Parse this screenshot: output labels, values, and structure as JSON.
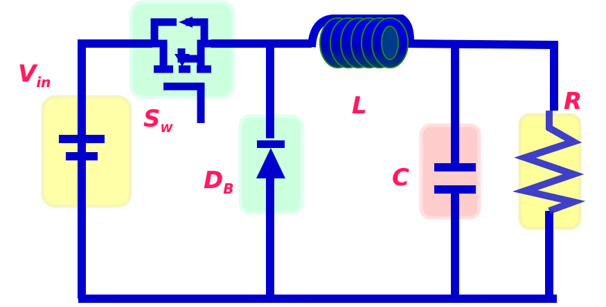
{
  "labels": {
    "vin_main": "V",
    "vin_sub": "in",
    "sw_main": "S",
    "sw_sub": "W",
    "inductor": "L",
    "diode_main": "D",
    "diode_sub": "B",
    "capacitor": "C",
    "resistor": "R"
  },
  "colors": {
    "wire": "#0000cc",
    "label": "#ff1a5e",
    "source_box": "#ffff99",
    "switch_box": "#ccffdd",
    "diode_box": "#ccffdd",
    "capacitor_box": "#ffcccc",
    "resistor_box": "#ffff99",
    "inductor_outline": "#1a8a1a"
  }
}
